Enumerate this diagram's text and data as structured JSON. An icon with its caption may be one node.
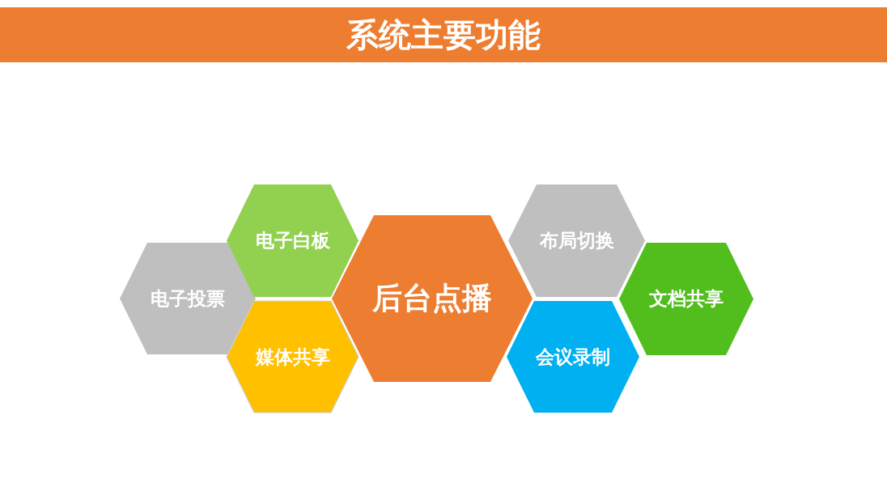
{
  "diagram": {
    "title": "系统主要功能",
    "nodes": [
      {
        "text": [
          "电子投票"
        ]
      },
      {
        "text": [
          "电子白板"
        ]
      },
      {
        "text": [
          "媒体共享"
        ]
      },
      {
        "text": [
          "后台点播"
        ]
      },
      {
        "text": [
          "布局切换"
        ]
      },
      {
        "text": [
          "会议录制"
        ]
      },
      {
        "text": [
          "文档共享"
        ]
      }
    ]
  }
}
